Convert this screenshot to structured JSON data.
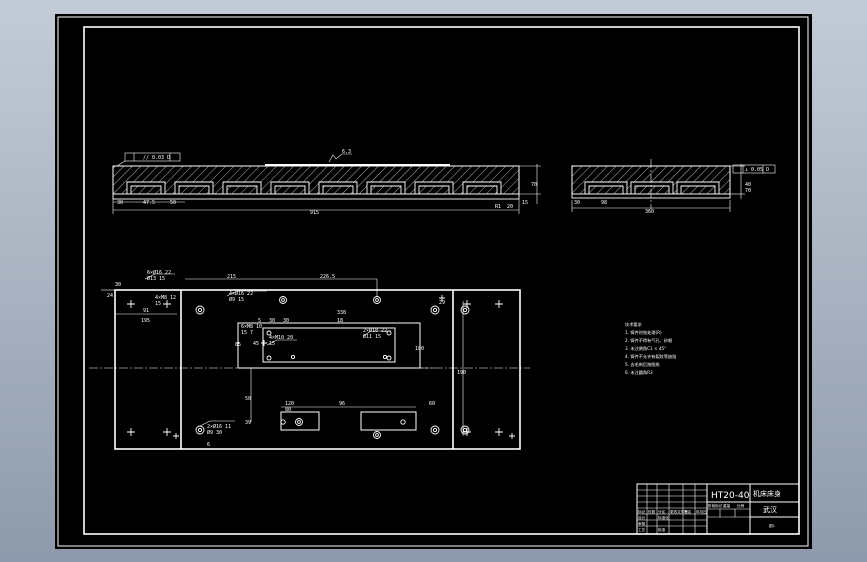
{
  "drawing": {
    "material": "HT20-40",
    "part_name": "机床床身",
    "company": "武汉",
    "sheet_ref": "图1",
    "notes_title": "技术要求",
    "notes": [
      "1. 铸件时效处理(R)",
      "2. 铸件不得有气孔、砂眼",
      "3. 未注倒角C1 × 45°",
      "4. 铸件不允许有裂纹等缺陷",
      "5. 去毛刺后按图纸",
      "6. 未注圆角R3"
    ],
    "titleblock_labels": [
      "标记",
      "处数",
      "分区",
      "更改文件号",
      "签名",
      "年月日"
    ],
    "titleblock_labels_2": [
      "设计",
      "标准化",
      "审核",
      "工艺",
      "批准"
    ],
    "titleblock_small": [
      "阶段标记",
      "重量",
      "比例"
    ],
    "front_view": {
      "flatness_frame": "// 0.03 D",
      "roughness_top": "6.3",
      "dim_overall": "915",
      "dim_left": "30",
      "dim_seg": "47.5",
      "dim_seg2": "50",
      "dim_height": "70",
      "dim_r": "R1",
      "dim_end": "20",
      "dim_15": "15"
    },
    "side_view": {
      "datum_frame": "⊥ 0.05 D",
      "dim_width": "360",
      "dim_left": "30",
      "dim_98": "98",
      "dim_40": "40",
      "dim_70": "70"
    },
    "plan_view": {
      "dim_215": "215",
      "dim_226": "226.5",
      "dim_30": "30",
      "dim_24": "24",
      "dim_91": "91",
      "dim_195": "195",
      "dim_a": "5",
      "dim_30b": "30",
      "dim_30c": "30",
      "dim_18": "18",
      "dim_338": "338",
      "dim_180": "180",
      "dim_85": "85",
      "dim_45": "45",
      "dim_50": "50",
      "dim_120": "120",
      "dim_96": "96",
      "dim_60": "60",
      "dim_80": "80",
      "dim_39": "39",
      "dim_190": "190",
      "dim_29": "29",
      "dim_6x": "6",
      "hole_1": "6×Ø16 22",
      "hole_1b": "Ø13 15",
      "hole_2": "4×Ø16 22",
      "hole_2b": "Ø9 15",
      "hole_3": "4×M10 20",
      "hole_3b": "15",
      "hole_4": "2×Ø18 22",
      "hole_4b": "Ø11 15",
      "hole_5": "4×M8 12",
      "hole_5b": "15",
      "hole_6": "2×Ø16 11",
      "hole_6b": "Ø9 30",
      "hole_7": "6×M8 10",
      "hole_7b": "15 7"
    }
  }
}
